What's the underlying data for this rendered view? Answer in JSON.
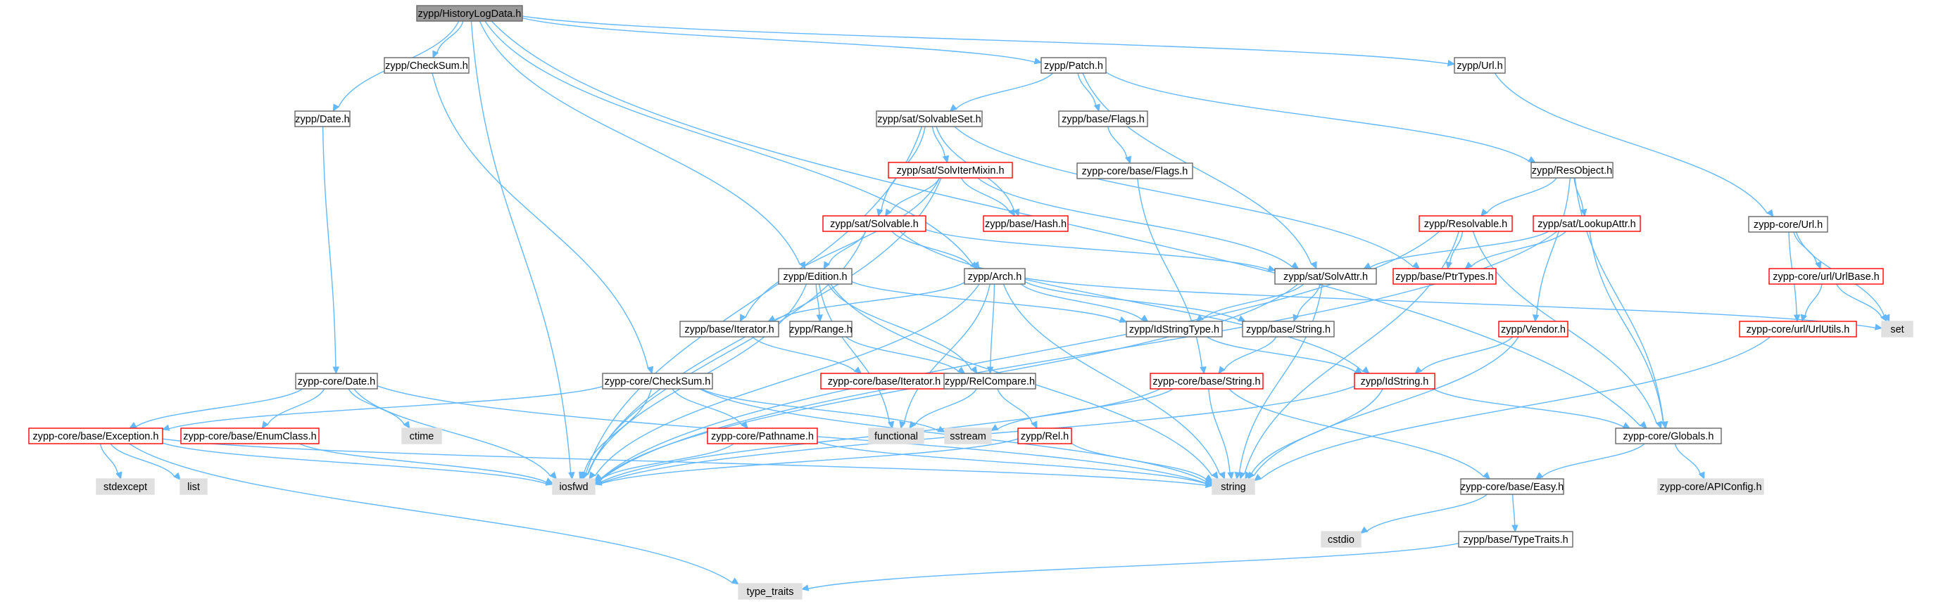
{
  "colors": {
    "edge": "#63b8ff",
    "root_fill": "#999999",
    "root_border": "#666666",
    "default_fill": "#ffffff",
    "default_border": "#666666",
    "truncated_border": "#ff0000",
    "system_fill": "#e0e0e0",
    "system_border": "#e0e0e0",
    "text": "#000000"
  },
  "nodes": [
    {
      "id": "n_root",
      "label": "zypp/HistoryLogData.h",
      "kind": "root"
    },
    {
      "id": "n_checksum",
      "label": "zypp/CheckSum.h",
      "kind": "normal"
    },
    {
      "id": "n_patch",
      "label": "zypp/Patch.h",
      "kind": "normal"
    },
    {
      "id": "n_url",
      "label": "zypp/Url.h",
      "kind": "normal"
    },
    {
      "id": "n_date",
      "label": "zypp/Date.h",
      "kind": "normal"
    },
    {
      "id": "n_solvableset",
      "label": "zypp/sat/SolvableSet.h",
      "kind": "normal"
    },
    {
      "id": "n_baseflags",
      "label": "zypp/base/Flags.h",
      "kind": "normal"
    },
    {
      "id": "n_resobject",
      "label": "zypp/ResObject.h",
      "kind": "normal"
    },
    {
      "id": "n_coreflags",
      "label": "zypp-core/base/Flags.h",
      "kind": "normal"
    },
    {
      "id": "n_soliter",
      "label": "zypp/sat/SolvIterMixin.h",
      "kind": "truncated"
    },
    {
      "id": "n_solvable",
      "label": "zypp/sat/Solvable.h",
      "kind": "truncated"
    },
    {
      "id": "n_hash",
      "label": "zypp/base/Hash.h",
      "kind": "truncated"
    },
    {
      "id": "n_resolvable",
      "label": "zypp/Resolvable.h",
      "kind": "truncated"
    },
    {
      "id": "n_lookup",
      "label": "zypp/sat/LookupAttr.h",
      "kind": "truncated"
    },
    {
      "id": "n_coreurl",
      "label": "zypp-core/Url.h",
      "kind": "normal"
    },
    {
      "id": "n_edition",
      "label": "zypp/Edition.h",
      "kind": "normal"
    },
    {
      "id": "n_arch",
      "label": "zypp/Arch.h",
      "kind": "normal"
    },
    {
      "id": "n_solvattr",
      "label": "zypp/sat/SolvAttr.h",
      "kind": "normal"
    },
    {
      "id": "n_ptrtypes",
      "label": "zypp/base/PtrTypes.h",
      "kind": "truncated"
    },
    {
      "id": "n_urlbase",
      "label": "zypp-core/url/UrlBase.h",
      "kind": "truncated"
    },
    {
      "id": "n_iterator",
      "label": "zypp/base/Iterator.h",
      "kind": "normal"
    },
    {
      "id": "n_range",
      "label": "zypp/Range.h",
      "kind": "normal"
    },
    {
      "id": "n_idstrtype",
      "label": "zypp/IdStringType.h",
      "kind": "normal"
    },
    {
      "id": "n_basestring",
      "label": "zypp/base/String.h",
      "kind": "normal"
    },
    {
      "id": "n_vendor",
      "label": "zypp/Vendor.h",
      "kind": "truncated"
    },
    {
      "id": "n_urlutils",
      "label": "zypp-core/url/UrlUtils.h",
      "kind": "truncated"
    },
    {
      "id": "n_set",
      "label": "set",
      "kind": "system"
    },
    {
      "id": "n_coredate",
      "label": "zypp-core/Date.h",
      "kind": "normal"
    },
    {
      "id": "n_corechecksum",
      "label": "zypp-core/CheckSum.h",
      "kind": "normal"
    },
    {
      "id": "n_coreiter",
      "label": "zypp-core/base/Iterator.h",
      "kind": "truncated"
    },
    {
      "id": "n_relcompare",
      "label": "zypp/RelCompare.h",
      "kind": "normal"
    },
    {
      "id": "n_corestring",
      "label": "zypp-core/base/String.h",
      "kind": "truncated"
    },
    {
      "id": "n_idstring",
      "label": "zypp/IdString.h",
      "kind": "truncated"
    },
    {
      "id": "n_ctime",
      "label": "ctime",
      "kind": "system"
    },
    {
      "id": "n_exception",
      "label": "zypp-core/base/Exception.h",
      "kind": "truncated"
    },
    {
      "id": "n_enumclass",
      "label": "zypp-core/base/EnumClass.h",
      "kind": "truncated"
    },
    {
      "id": "n_pathname",
      "label": "zypp-core/Pathname.h",
      "kind": "truncated"
    },
    {
      "id": "n_functional",
      "label": "functional",
      "kind": "system"
    },
    {
      "id": "n_sstream",
      "label": "sstream",
      "kind": "system"
    },
    {
      "id": "n_rel",
      "label": "zypp/Rel.h",
      "kind": "truncated"
    },
    {
      "id": "n_globals",
      "label": "zypp-core/Globals.h",
      "kind": "normal"
    },
    {
      "id": "n_stdexcept",
      "label": "stdexcept",
      "kind": "system"
    },
    {
      "id": "n_list",
      "label": "list",
      "kind": "system"
    },
    {
      "id": "n_iosfwd",
      "label": "iosfwd",
      "kind": "system"
    },
    {
      "id": "n_string",
      "label": "string",
      "kind": "system"
    },
    {
      "id": "n_easy",
      "label": "zypp-core/base/Easy.h",
      "kind": "normal"
    },
    {
      "id": "n_apiconfig",
      "label": "zypp-core/APIConfig.h",
      "kind": "system"
    },
    {
      "id": "n_cstdio",
      "label": "cstdio",
      "kind": "system"
    },
    {
      "id": "n_typetraits_h",
      "label": "zypp/base/TypeTraits.h",
      "kind": "normal"
    },
    {
      "id": "n_type_traits",
      "label": "type_traits",
      "kind": "system"
    }
  ],
  "edges": [
    [
      "n_root",
      "n_checksum"
    ],
    [
      "n_root",
      "n_patch"
    ],
    [
      "n_root",
      "n_url"
    ],
    [
      "n_root",
      "n_date"
    ],
    [
      "n_root",
      "n_edition"
    ],
    [
      "n_root",
      "n_arch"
    ],
    [
      "n_root",
      "n_iosfwd"
    ],
    [
      "n_root",
      "n_globals"
    ],
    [
      "n_checksum",
      "n_corechecksum"
    ],
    [
      "n_patch",
      "n_solvableset"
    ],
    [
      "n_patch",
      "n_baseflags"
    ],
    [
      "n_patch",
      "n_resobject"
    ],
    [
      "n_patch",
      "n_solvattr"
    ],
    [
      "n_url",
      "n_coreurl"
    ],
    [
      "n_date",
      "n_coredate"
    ],
    [
      "n_solvableset",
      "n_soliter"
    ],
    [
      "n_solvableset",
      "n_solvable"
    ],
    [
      "n_solvableset",
      "n_hash"
    ],
    [
      "n_solvableset",
      "n_ptrtypes"
    ],
    [
      "n_solvableset",
      "n_iosfwd"
    ],
    [
      "n_baseflags",
      "n_coreflags"
    ],
    [
      "n_coreflags",
      "n_corestring"
    ],
    [
      "n_resobject",
      "n_resolvable"
    ],
    [
      "n_resobject",
      "n_lookup"
    ],
    [
      "n_resobject",
      "n_vendor"
    ],
    [
      "n_resobject",
      "n_globals"
    ],
    [
      "n_soliter",
      "n_solvable"
    ],
    [
      "n_soliter",
      "n_hash"
    ],
    [
      "n_soliter",
      "n_iterator"
    ],
    [
      "n_soliter",
      "n_iosfwd"
    ],
    [
      "n_soliter",
      "n_solvattr"
    ],
    [
      "n_solvable",
      "n_edition"
    ],
    [
      "n_solvable",
      "n_arch"
    ],
    [
      "n_solvable",
      "n_solvattr"
    ],
    [
      "n_solvable",
      "n_idstring"
    ],
    [
      "n_solvable",
      "n_iosfwd"
    ],
    [
      "n_resolvable",
      "n_ptrtypes"
    ],
    [
      "n_resolvable",
      "n_iosfwd"
    ],
    [
      "n_resolvable",
      "n_string"
    ],
    [
      "n_resolvable",
      "n_globals"
    ],
    [
      "n_lookup",
      "n_solvattr"
    ],
    [
      "n_lookup",
      "n_ptrtypes"
    ],
    [
      "n_lookup",
      "n_iosfwd"
    ],
    [
      "n_lookup",
      "n_globals"
    ],
    [
      "n_coreurl",
      "n_urlbase"
    ],
    [
      "n_coreurl",
      "n_urlutils"
    ],
    [
      "n_coreurl",
      "n_set"
    ],
    [
      "n_urlbase",
      "n_urlutils"
    ],
    [
      "n_urlbase",
      "n_set"
    ],
    [
      "n_urlutils",
      "n_string"
    ],
    [
      "n_edition",
      "n_idstrtype"
    ],
    [
      "n_edition",
      "n_range"
    ],
    [
      "n_edition",
      "n_relcompare"
    ],
    [
      "n_edition",
      "n_iosfwd"
    ],
    [
      "n_edition",
      "n_string"
    ],
    [
      "n_edition",
      "n_functional"
    ],
    [
      "n_arch",
      "n_iterator"
    ],
    [
      "n_arch",
      "n_idstrtype"
    ],
    [
      "n_arch",
      "n_relcompare"
    ],
    [
      "n_arch",
      "n_basestring"
    ],
    [
      "n_arch",
      "n_set"
    ],
    [
      "n_arch",
      "n_string"
    ],
    [
      "n_arch",
      "n_iosfwd"
    ],
    [
      "n_arch",
      "n_functional"
    ],
    [
      "n_solvattr",
      "n_idstrtype"
    ],
    [
      "n_solvattr",
      "n_basestring"
    ],
    [
      "n_solvattr",
      "n_iosfwd"
    ],
    [
      "n_solvattr",
      "n_string"
    ],
    [
      "n_iterator",
      "n_coreiter"
    ],
    [
      "n_range",
      "n_relcompare"
    ],
    [
      "n_idstrtype",
      "n_idstring"
    ],
    [
      "n_basestring",
      "n_corestring"
    ],
    [
      "n_vendor",
      "n_idstring"
    ],
    [
      "n_vendor",
      "n_string"
    ],
    [
      "n_coredate",
      "n_ctime"
    ],
    [
      "n_coredate",
      "n_exception"
    ],
    [
      "n_coredate",
      "n_enumclass"
    ],
    [
      "n_coredate",
      "n_iosfwd"
    ],
    [
      "n_coredate",
      "n_string"
    ],
    [
      "n_corechecksum",
      "n_exception"
    ],
    [
      "n_corechecksum",
      "n_pathname"
    ],
    [
      "n_corechecksum",
      "n_sstream"
    ],
    [
      "n_corechecksum",
      "n_iosfwd"
    ],
    [
      "n_corechecksum",
      "n_string"
    ],
    [
      "n_relcompare",
      "n_functional"
    ],
    [
      "n_relcompare",
      "n_rel"
    ],
    [
      "n_corestring",
      "n_easy"
    ],
    [
      "n_corestring",
      "n_sstream"
    ],
    [
      "n_corestring",
      "n_iosfwd"
    ],
    [
      "n_corestring",
      "n_string"
    ],
    [
      "n_idstring",
      "n_globals"
    ],
    [
      "n_idstring",
      "n_iosfwd"
    ],
    [
      "n_idstring",
      "n_string"
    ],
    [
      "n_exception",
      "n_stdexcept"
    ],
    [
      "n_exception",
      "n_list"
    ],
    [
      "n_exception",
      "n_iosfwd"
    ],
    [
      "n_exception",
      "n_string"
    ],
    [
      "n_exception",
      "n_type_traits"
    ],
    [
      "n_enumclass",
      "n_iosfwd"
    ],
    [
      "n_pathname",
      "n_string"
    ],
    [
      "n_pathname",
      "n_iosfwd"
    ],
    [
      "n_rel",
      "n_iosfwd"
    ],
    [
      "n_rel",
      "n_string"
    ],
    [
      "n_globals",
      "n_apiconfig"
    ],
    [
      "n_globals",
      "n_easy"
    ],
    [
      "n_easy",
      "n_cstdio"
    ],
    [
      "n_easy",
      "n_typetraits_h"
    ],
    [
      "n_typetraits_h",
      "n_type_traits"
    ]
  ]
}
